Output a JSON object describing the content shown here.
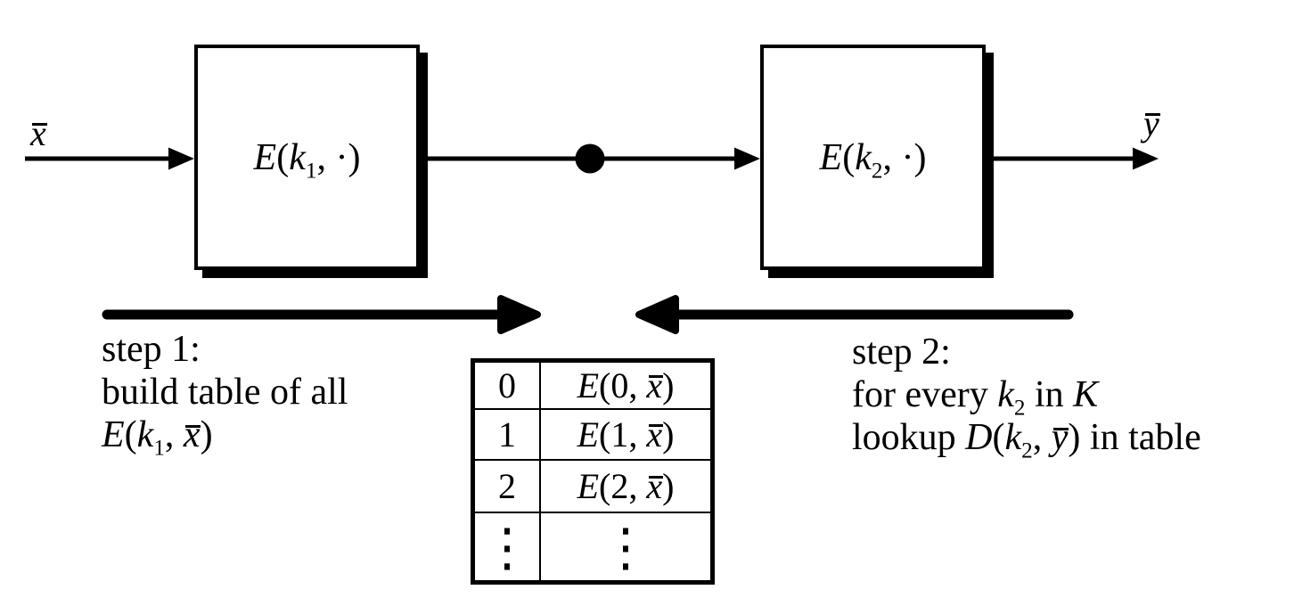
{
  "colors": {
    "ink": "#000000",
    "paper": "#ffffff"
  },
  "io": {
    "input_var": "x",
    "output_var": "y"
  },
  "boxes": [
    {
      "fn": "E",
      "open": "(",
      "key": "k",
      "sub": "1",
      "rest": ", ·)"
    },
    {
      "fn": "E",
      "open": "(",
      "key": "k",
      "sub": "2",
      "rest": ", ·)"
    }
  ],
  "steps": [
    {
      "title": "step 1:",
      "desc": "build table of all",
      "formula": {
        "fn": "E",
        "open": "(",
        "key": "k",
        "sub": "1",
        "comma": ", ",
        "arg": "x",
        "close": ")"
      }
    },
    {
      "title": "step 2:",
      "line2": {
        "pre": "for every ",
        "key": "k",
        "sub": "2",
        "mid": " in ",
        "set": "K"
      },
      "line3": {
        "pre": "lookup ",
        "fn": "D",
        "open": "(",
        "key": "k",
        "sub": "2",
        "comma": ", ",
        "arg": "y",
        "close": ")",
        "post": " in table"
      }
    }
  ],
  "table": {
    "rows": [
      {
        "key": "0",
        "fn": "E",
        "open": "(",
        "first": "0",
        "comma": ", ",
        "arg": "x",
        "close": ")"
      },
      {
        "key": "1",
        "fn": "E",
        "open": "(",
        "first": "1",
        "comma": ", ",
        "arg": "x",
        "close": ")"
      },
      {
        "key": "2",
        "fn": "E",
        "open": "(",
        "first": "2",
        "comma": ", ",
        "arg": "x",
        "close": ")"
      },
      {
        "key": "⋮",
        "value": "⋮"
      }
    ]
  }
}
